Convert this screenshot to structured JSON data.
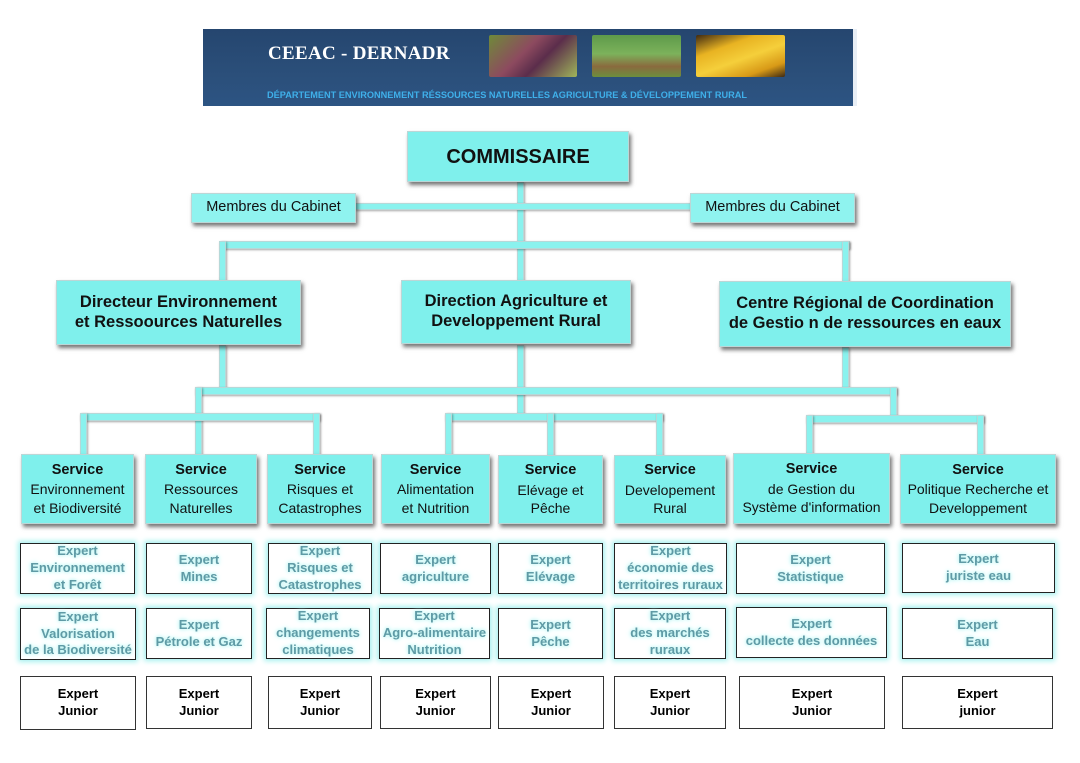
{
  "banner": {
    "title": "CEEAC - DERNADR",
    "subtitle": "DÉPARTEMENT ENVIRONNEMENT RÉSSOURCES NATURELLES AGRICULTURE & DÉVELOPPEMENT RURAL"
  },
  "commissaire": "COMMISSAIRE",
  "cabinet": {
    "left": "Membres du Cabinet",
    "right": "Membres du Cabinet"
  },
  "directions": [
    "Directeur Environnement\net Ressoources Naturelles",
    "Direction Agriculture et\nDeveloppement Rural",
    "Centre Régional de Coordination\nde Gestio n de ressources en eaux"
  ],
  "services": [
    {
      "head": "Service",
      "body": "Environnement\net Biodiversité"
    },
    {
      "head": "Service",
      "body": "Ressources\nNaturelles"
    },
    {
      "head": "Service",
      "body": "Risques et\nCatastrophes"
    },
    {
      "head": "Service",
      "body": "Alimentation\net Nutrition"
    },
    {
      "head": "Service",
      "body": "Elévage et\nPêche"
    },
    {
      "head": "Service",
      "body": "Developement\nRural"
    },
    {
      "head": "Service",
      "body": "de Gestion du\nSystème d'information"
    },
    {
      "head": "Service",
      "body": "Politique Recherche et\nDeveloppement"
    }
  ],
  "experts_row1": [
    "Expert\nEnvironnement\net Forêt",
    "Expert\nMines",
    "Expert\nRisques et\nCatastrophes",
    "Expert\nagriculture",
    "Expert\nElévage",
    "Expert\néconomie des\nterritoires ruraux",
    "Expert\nStatistique",
    "Expert\njuriste eau"
  ],
  "experts_row2": [
    "Expert\nValorisation\nde la Biodiversité",
    "Expert\nPétrole et Gaz",
    "Expert\nchangements\nclimatiques",
    "Expert\nAgro-alimentaire\nNutrition",
    "Expert\nPêche",
    "Expert\ndes marchés\nruraux",
    "Expert\ncollecte des données",
    "Expert\nEau"
  ],
  "experts_junior": [
    "Expert\nJunior",
    "Expert\nJunior",
    "Expert\nJunior",
    "Expert\nJunior",
    "Expert\nJunior",
    "Expert\nJunior",
    "Expert\nJunior",
    "Expert\njunior"
  ],
  "colors": {
    "box_fill": "#7ff0ec",
    "banner": "#2b4f7a",
    "expert_text": "#5f9aa5"
  }
}
